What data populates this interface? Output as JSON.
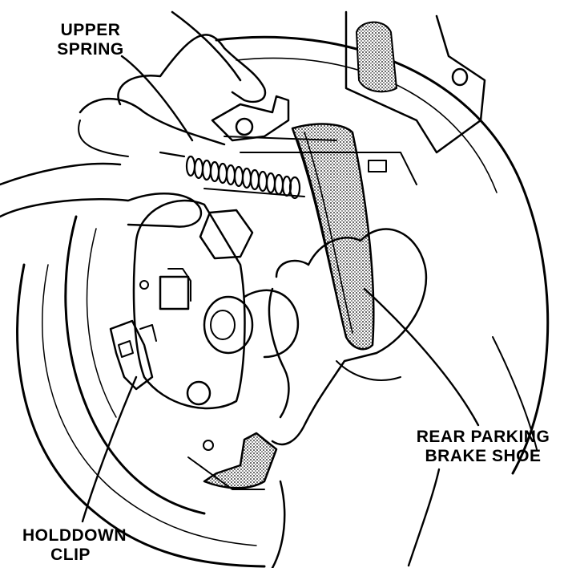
{
  "figure": {
    "labels": {
      "upper_spring": [
        "UPPER",
        "SPRING"
      ],
      "parking_brake_shoe": [
        "REAR PARKING",
        "BRAKE SHOE"
      ],
      "holddown_clip": [
        "HOLDDOWN",
        "CLIP"
      ]
    },
    "colors": {
      "ink": "#000000",
      "paper": "#ffffff"
    }
  }
}
